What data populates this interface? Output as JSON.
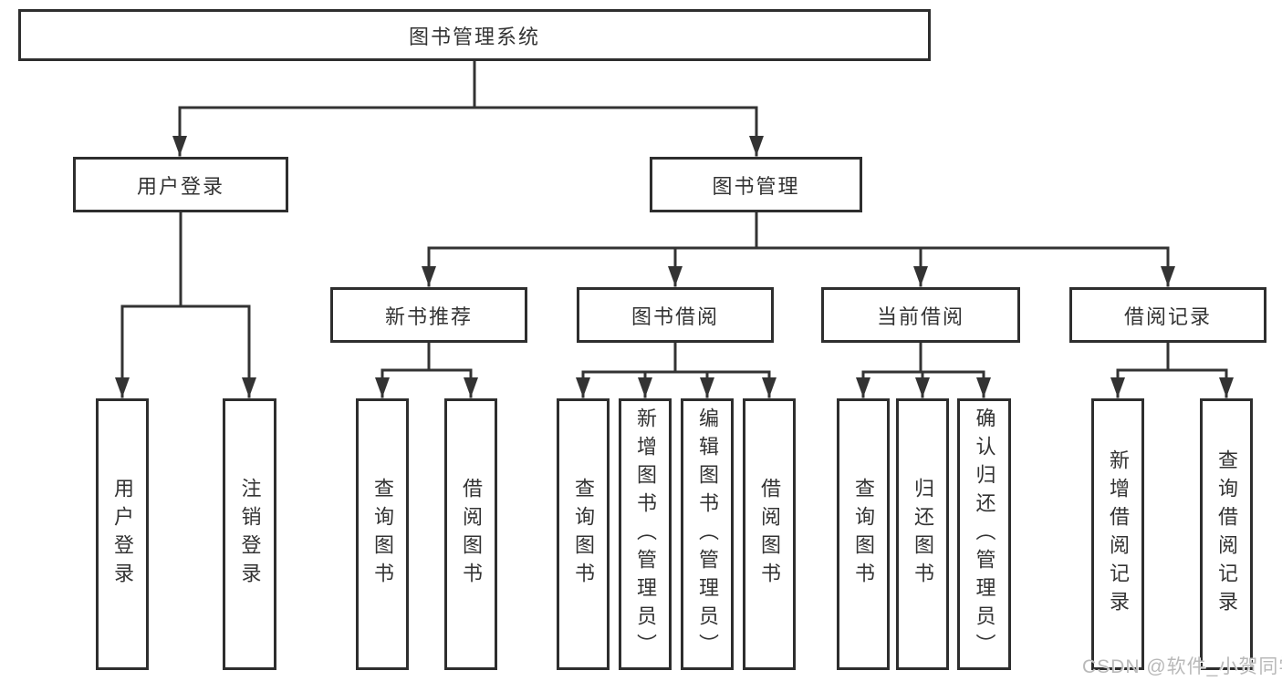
{
  "diagram_title": "图书管理系统",
  "tree": {
    "root": "图书管理系统",
    "branches": [
      {
        "label": "用户登录",
        "children": [
          "用户登录",
          "注销登录"
        ]
      },
      {
        "label": "图书管理",
        "sub_branches": [
          {
            "label": "新书推荐",
            "children": [
              "查询图书",
              "借阅图书"
            ]
          },
          {
            "label": "图书借阅",
            "children": [
              "查询图书",
              "新增图书（管理员）",
              "编辑图书（管理员）",
              "借阅图书"
            ]
          },
          {
            "label": "当前借阅",
            "children": [
              "查询图书",
              "归还图书",
              "确认归还（管理员）"
            ]
          },
          {
            "label": "借阅记录",
            "children": [
              "新增借阅记录",
              "查询借阅记录"
            ]
          }
        ]
      }
    ]
  },
  "watermark": "CSDN @软件_小贺同学",
  "colors": {
    "line": "#333333",
    "box_border": "#2e2e2e",
    "box_fill": "#ffffff",
    "text": "#333333",
    "watermark": "#b9b9b9",
    "background": "#ffffff"
  }
}
